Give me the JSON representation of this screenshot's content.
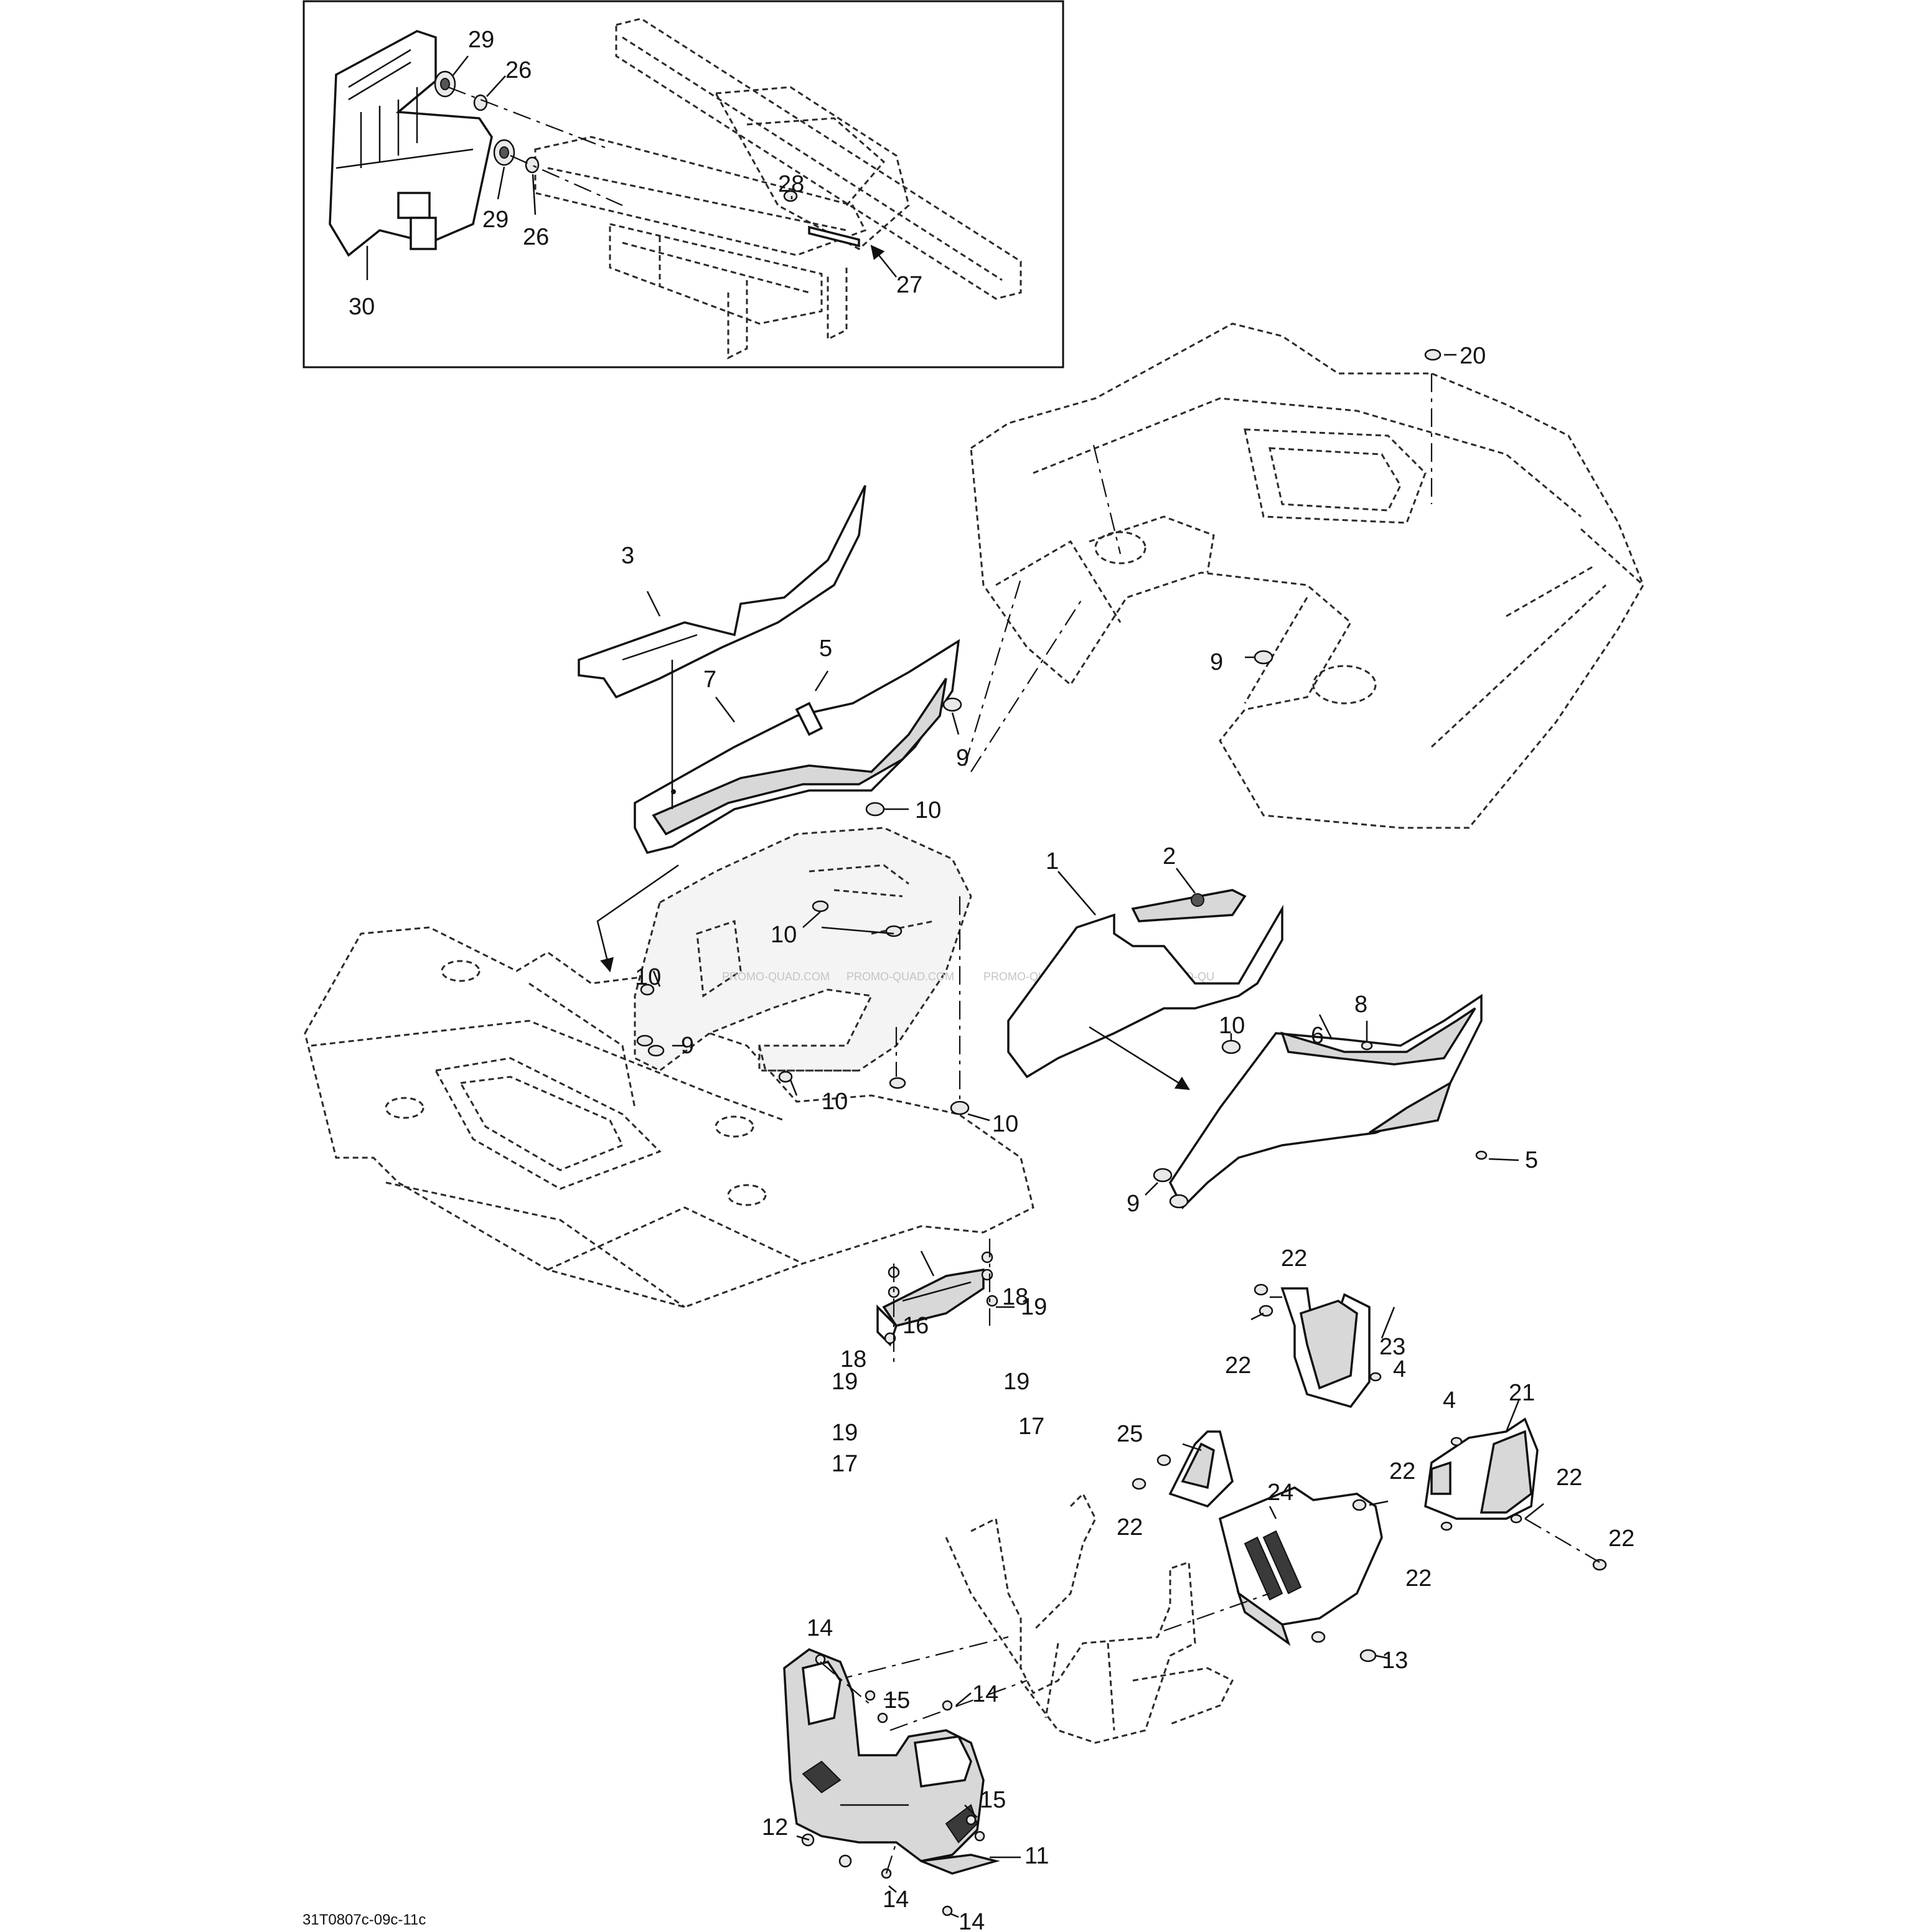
{
  "diagram": {
    "document_ref": "31T0807c-09c-11c",
    "watermark": [
      "PROMO-QUAD.COM",
      "PROMO-QUAD.COM",
      "PROMO-QUAD.COM",
      "PROMO-QU"
    ],
    "inset_callouts": [
      "29",
      "26",
      "28",
      "29",
      "26",
      "27",
      "30"
    ],
    "callouts": [
      "20",
      "3",
      "5",
      "7",
      "9",
      "9",
      "10",
      "2",
      "1",
      "10",
      "10",
      "9",
      "10",
      "8",
      "6",
      "10",
      "10",
      "5",
      "9",
      "22",
      "18",
      "16",
      "19",
      "23",
      "22",
      "4",
      "18",
      "19",
      "19",
      "21",
      "4",
      "19",
      "17",
      "17",
      "25",
      "22",
      "24",
      "22",
      "22",
      "22",
      "22",
      "14",
      "13",
      "15",
      "14",
      "12",
      "15",
      "11",
      "14",
      "14"
    ]
  }
}
